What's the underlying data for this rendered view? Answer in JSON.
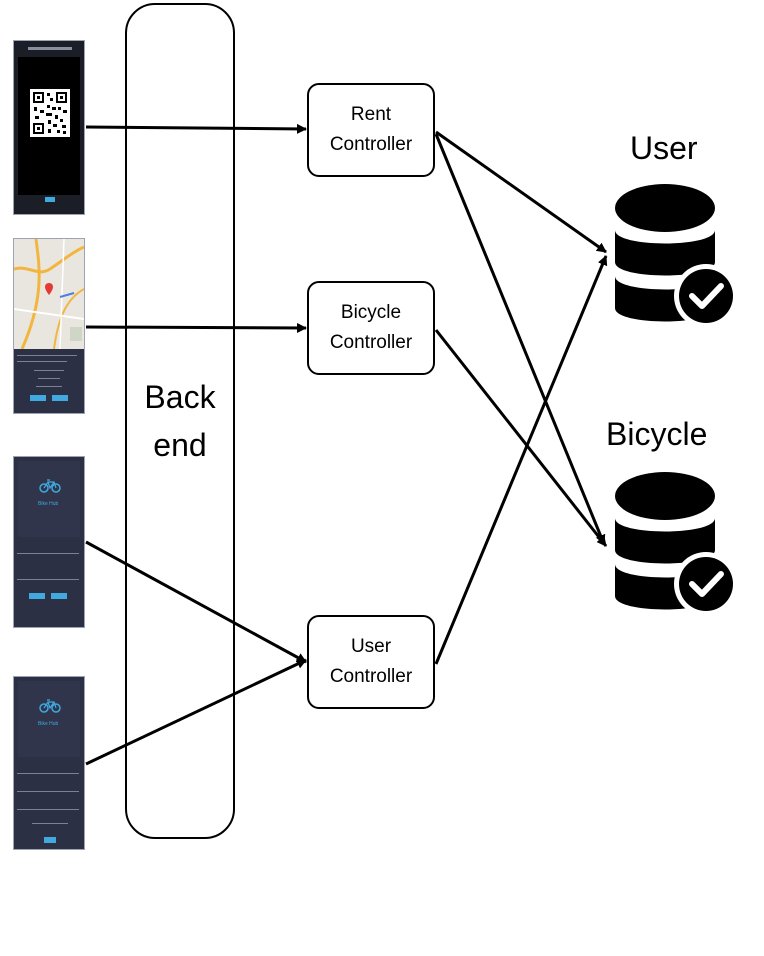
{
  "backend": {
    "line1": "Back",
    "line2": "end"
  },
  "controllers": [
    {
      "id": "rent",
      "line1": "Rent",
      "line2": "Controller"
    },
    {
      "id": "bicycle",
      "line1": "Bicycle",
      "line2": "Controller"
    },
    {
      "id": "user",
      "line1": "User",
      "line2": "Controller"
    }
  ],
  "databases": [
    {
      "id": "user",
      "label": "User"
    },
    {
      "id": "bicycle",
      "label": "Bicycle"
    }
  ],
  "screens": {
    "login": {
      "app_name": "Bike Hub"
    },
    "register": {
      "app_name": "Bike Hub"
    }
  },
  "colors": {
    "screen_bg": "#2b3045",
    "accent": "#3fa9e0",
    "line": "#000000"
  }
}
